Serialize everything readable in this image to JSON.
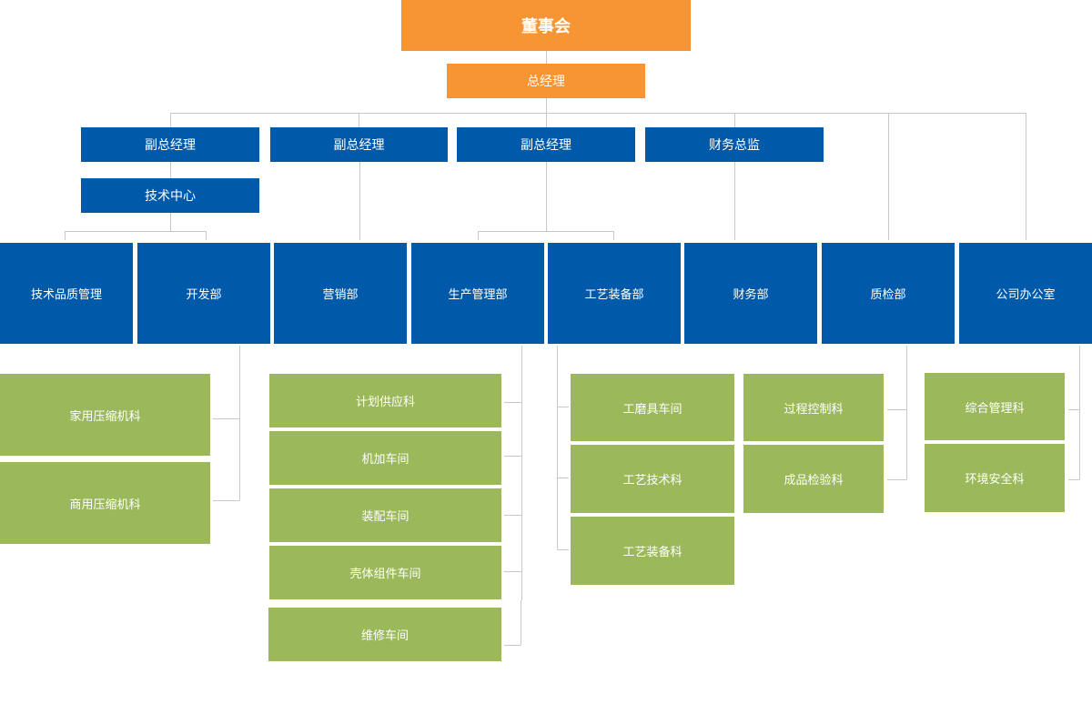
{
  "board": "董事会",
  "general_manager": "总经理",
  "level2": [
    "副总经理",
    "副总经理",
    "副总经理",
    "财务总监"
  ],
  "tech_center": "技术中心",
  "departments": [
    "技术品质管理",
    "开发部",
    "营销部",
    "生产管理部",
    "工艺装备部",
    "财务部",
    "质检部",
    "公司办公室"
  ],
  "sections": {
    "development": [
      "家用压缩机科",
      "商用压缩机科"
    ],
    "production": [
      "计划供应科",
      "机加车间",
      "装配车间",
      "壳体组件车间",
      "维修车间"
    ],
    "process_equipment": [
      "工磨具车间",
      "工艺技术科",
      "工艺装备科"
    ],
    "quality_inspection": [
      "过程控制科",
      "成品检验科"
    ],
    "office": [
      "综合管理科",
      "环境安全科"
    ]
  },
  "colors": {
    "orange": "#f79433",
    "blue": "#005aa9",
    "green": "#9bb95a",
    "line": "#c8c8c8"
  }
}
